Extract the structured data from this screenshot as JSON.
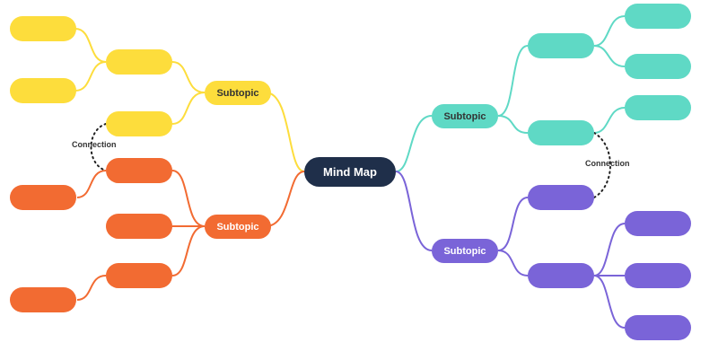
{
  "colors": {
    "yellow": "#FDDD3C",
    "orange": "#F26B32",
    "teal": "#5FD9C5",
    "purple": "#7A64D8",
    "center": "#1F2F4A",
    "text_dark": "#333333",
    "text_light": "#ffffff"
  },
  "center": {
    "label": "Mind Map"
  },
  "subtopics": {
    "yellow": {
      "label": "Subtopic"
    },
    "orange": {
      "label": "Subtopic"
    },
    "teal": {
      "label": "Subtopic"
    },
    "purple": {
      "label": "Subtopic"
    }
  },
  "connections": {
    "left": {
      "label": "Connection"
    },
    "right": {
      "label": "Connection"
    }
  }
}
